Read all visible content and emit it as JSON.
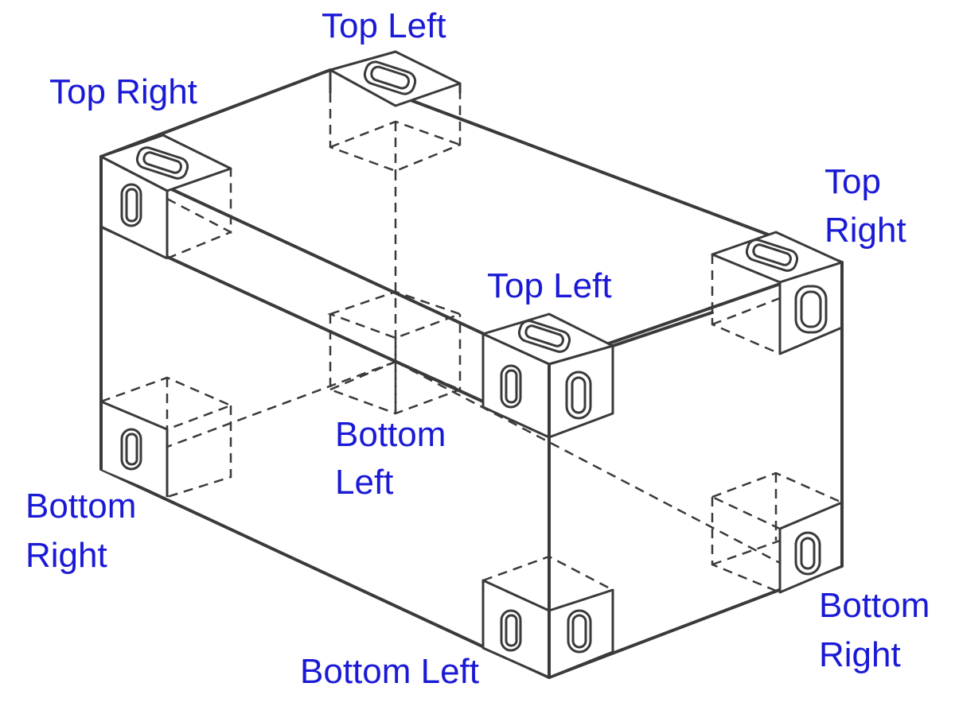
{
  "accent_color": "#1a1ad6",
  "line_color": "#3a3a3a",
  "labels": {
    "top_left_back": "Top Left",
    "top_right_left": "Top Right",
    "top_right_right_1": "Top",
    "top_right_right_2": "Right",
    "top_left_front": "Top Left",
    "bottom_left_center_1": "Bottom",
    "bottom_left_center_2": "Left",
    "bottom_right_left_1": "Bottom",
    "bottom_right_left_2": "Right",
    "bottom_right_right_1": "Bottom",
    "bottom_right_right_2": "Right",
    "bottom_left_front": "Bottom Left"
  }
}
